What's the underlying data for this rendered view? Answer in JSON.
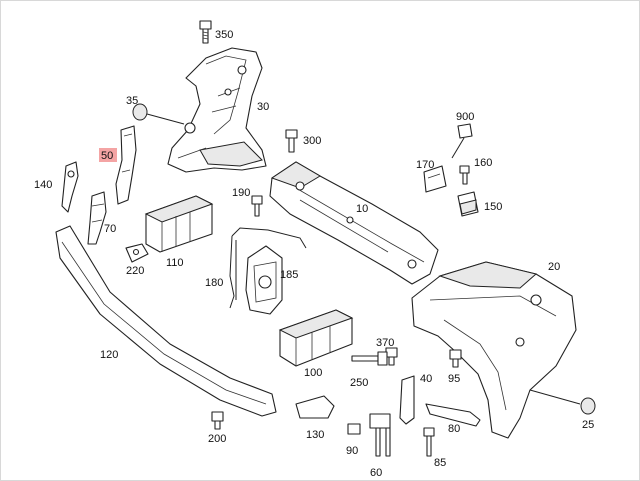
{
  "diagram": {
    "callouts": [
      {
        "id": "c350",
        "text": "350"
      },
      {
        "id": "c30",
        "text": "30"
      },
      {
        "id": "c35",
        "text": "35"
      },
      {
        "id": "c300",
        "text": "300"
      },
      {
        "id": "c50",
        "text": "50",
        "highlighted": true,
        "highlight_color": "#f4a4a4"
      },
      {
        "id": "c140",
        "text": "140"
      },
      {
        "id": "c70",
        "text": "70"
      },
      {
        "id": "c190",
        "text": "190"
      },
      {
        "id": "c10",
        "text": "10"
      },
      {
        "id": "c900",
        "text": "900"
      },
      {
        "id": "c170",
        "text": "170"
      },
      {
        "id": "c160",
        "text": "160"
      },
      {
        "id": "c150",
        "text": "150"
      },
      {
        "id": "c220",
        "text": "220"
      },
      {
        "id": "c110",
        "text": "110"
      },
      {
        "id": "c180",
        "text": "180"
      },
      {
        "id": "c185",
        "text": "185"
      },
      {
        "id": "c20",
        "text": "20"
      },
      {
        "id": "c120",
        "text": "120"
      },
      {
        "id": "c370",
        "text": "370"
      },
      {
        "id": "c100",
        "text": "100"
      },
      {
        "id": "c250",
        "text": "250"
      },
      {
        "id": "c40",
        "text": "40"
      },
      {
        "id": "c95",
        "text": "95"
      },
      {
        "id": "c200",
        "text": "200"
      },
      {
        "id": "c130",
        "text": "130"
      },
      {
        "id": "c90",
        "text": "90"
      },
      {
        "id": "c80",
        "text": "80"
      },
      {
        "id": "c25",
        "text": "25"
      },
      {
        "id": "c85",
        "text": "85"
      },
      {
        "id": "c60",
        "text": "60"
      }
    ]
  }
}
